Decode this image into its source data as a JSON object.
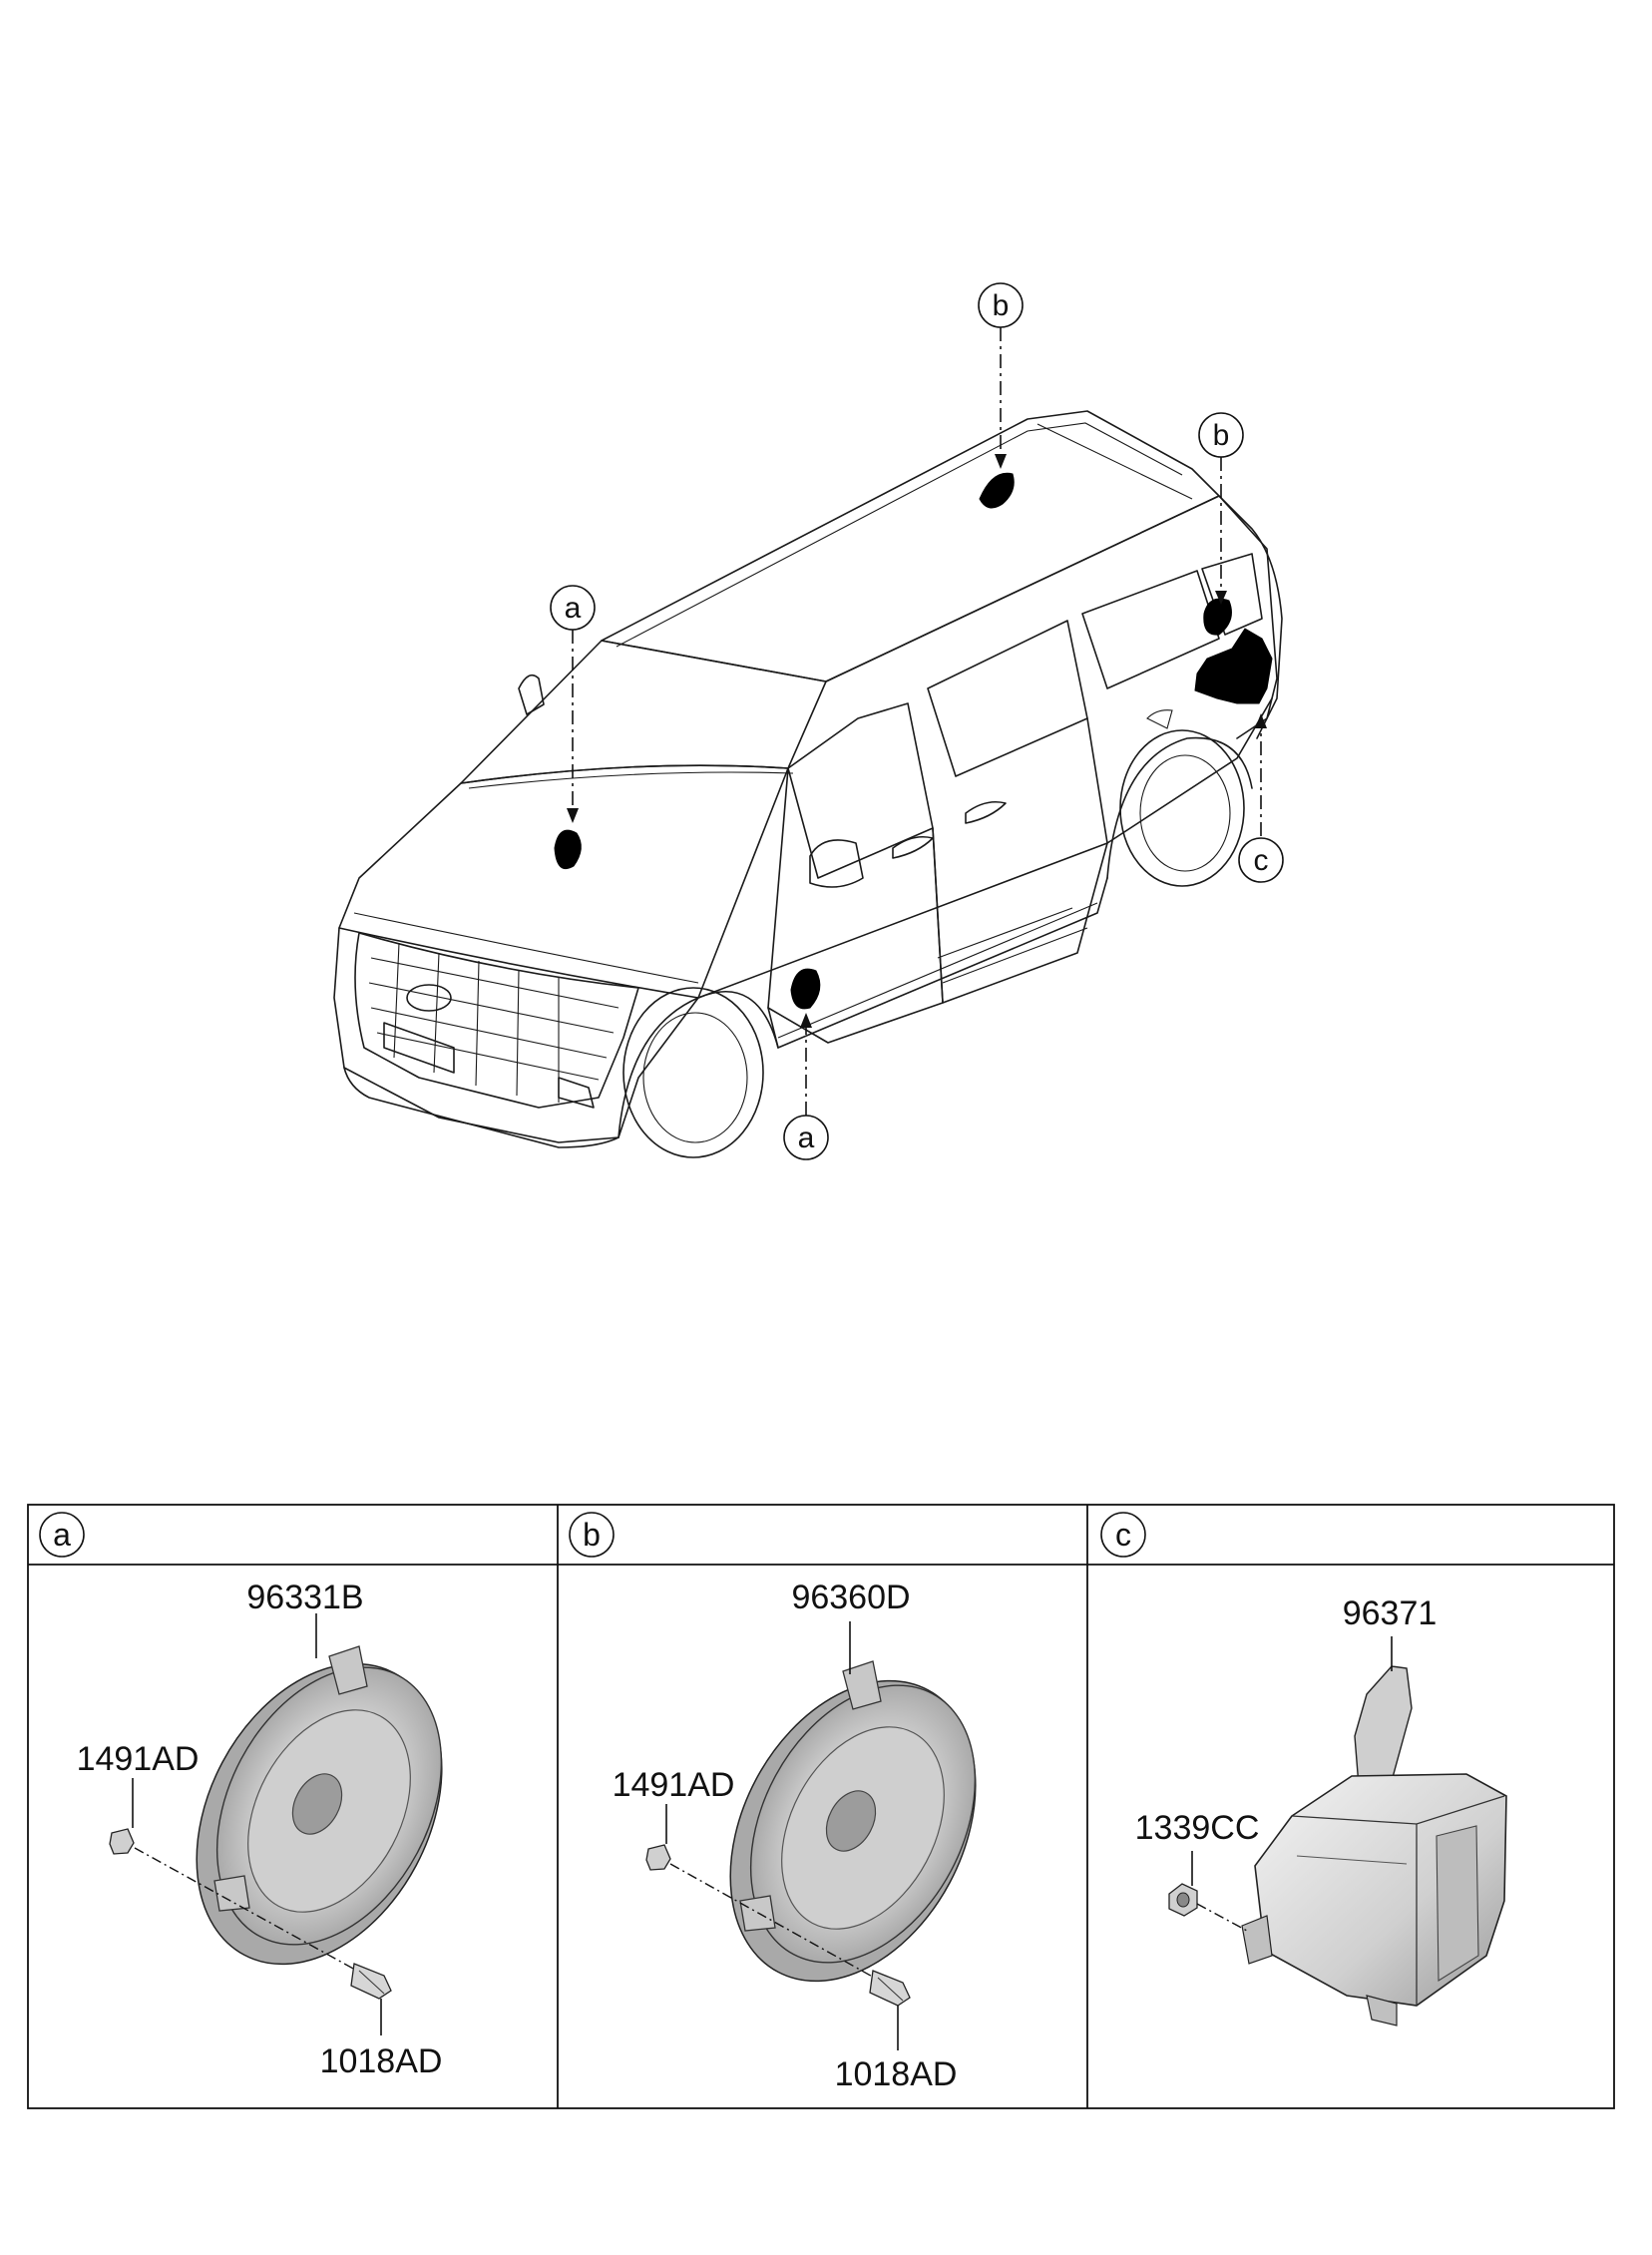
{
  "callouts": {
    "roof_b": "b",
    "rear_b": "b",
    "rear_c": "c",
    "dash_a": "a",
    "door_a": "a"
  },
  "panels": [
    {
      "id": "a",
      "header_label": "a",
      "parts": [
        "96331B",
        "1491AD",
        "1018AD"
      ]
    },
    {
      "id": "b",
      "header_label": "b",
      "parts": [
        "96360D",
        "1491AD",
        "1018AD"
      ]
    },
    {
      "id": "c",
      "header_label": "c",
      "parts": [
        "96371",
        "1339CC"
      ]
    }
  ],
  "colors": {
    "line": "#111111",
    "part_fill": "#d6d6d6",
    "part_shade": "#a8a8a8",
    "marker": "#000000"
  }
}
